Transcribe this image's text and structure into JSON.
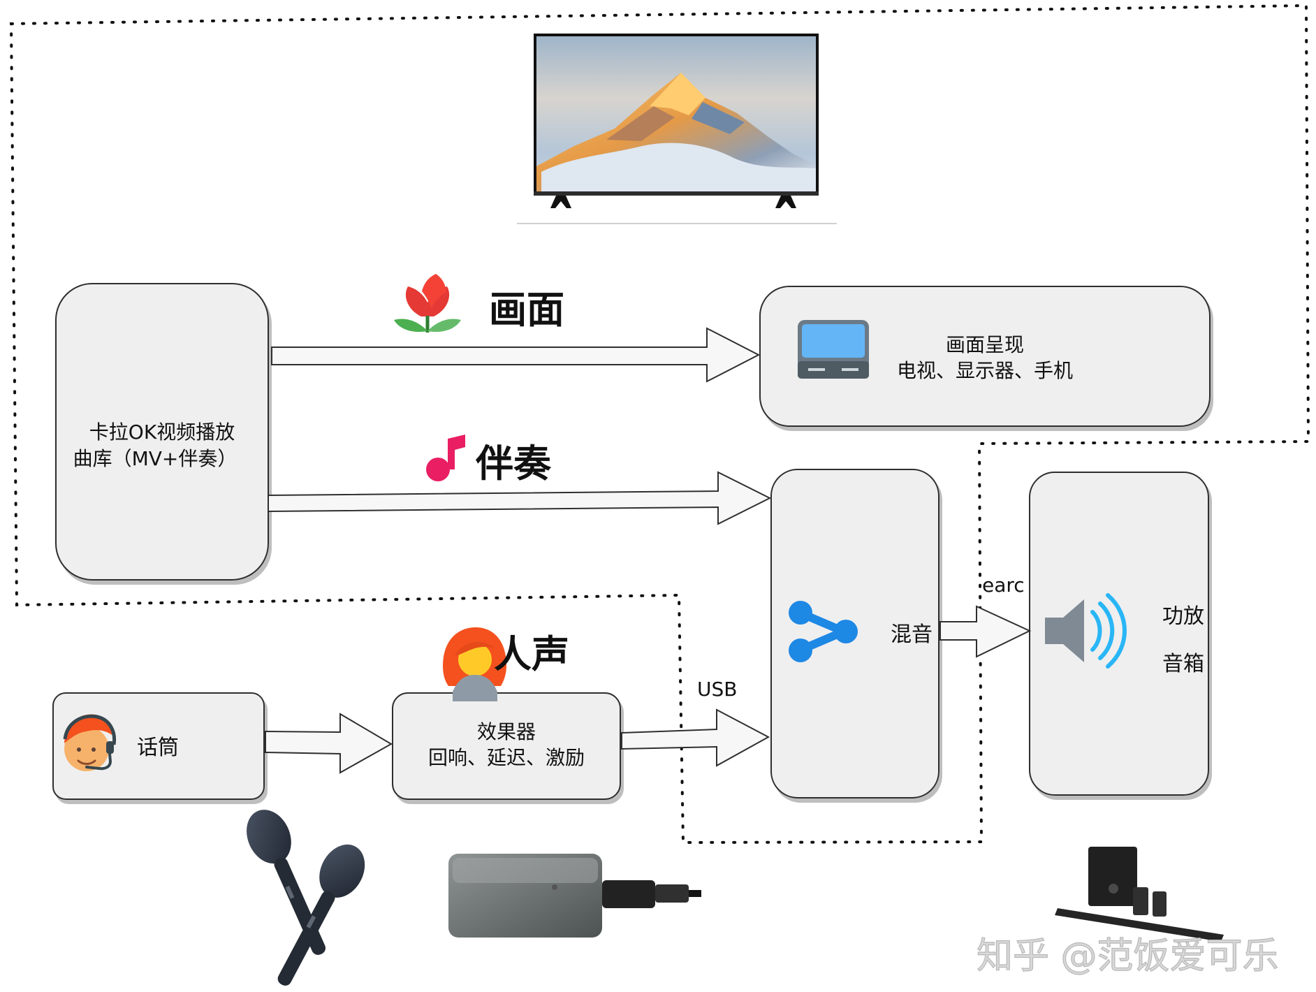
{
  "source_box": {
    "line1": "卡拉OK视频播放",
    "line2": "曲库（MV+伴奏）"
  },
  "display_box": {
    "title": "画面呈现",
    "subtitle": "电视、显示器、手机"
  },
  "mixer_box": {
    "label": "混音"
  },
  "speaker_box": {
    "line1": "功放",
    "line2": "音箱"
  },
  "mic_box": {
    "label": "话筒"
  },
  "effects_box": {
    "line1": "效果器",
    "line2": "回响、延迟、激励"
  },
  "flow_labels": {
    "picture": "画面",
    "accompaniment": "伴奏",
    "voice": "人声",
    "usb": "USB",
    "earc": "earc"
  },
  "watermark": "知乎 @范饭爱可乐",
  "icons": {
    "picture": "tulip-icon",
    "accompaniment": "music-note-icon",
    "voice": "woman-singer-icon",
    "display": "monitor-icon",
    "mixer": "share-nodes-icon",
    "speaker": "speaker-volume-icon",
    "mic": "headset-person-icon"
  },
  "photos": {
    "tv": "tv-photo",
    "microphones": "wireless-microphones-photo",
    "receiver": "usb-receiver-photo",
    "soundbar": "soundbar-system-photo"
  },
  "colors": {
    "box_fill": "#efefef",
    "box_stroke": "#2f2f2f",
    "arrow_fill": "#f7f7f7",
    "dot_line": "#111111",
    "tulip_red": "#e53935",
    "tulip_green": "#4caf50",
    "note_pink": "#e91e63",
    "mixer_blue": "#1e88e5",
    "speaker_blue": "#29b6f6",
    "monitor_blue": "#64b5f6"
  }
}
